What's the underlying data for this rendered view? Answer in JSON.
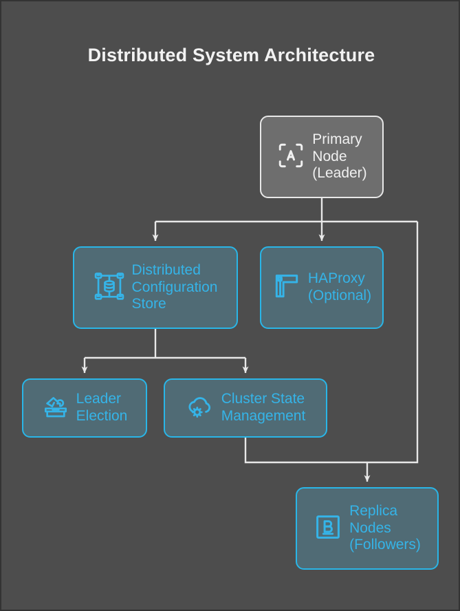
{
  "title": "Distributed System Architecture",
  "theme": {
    "canvas_bg": "#4d4d4d",
    "frame_border": "#333333",
    "title_color": "#f2f2f2",
    "accent_cyan": "#29b6e8",
    "node_fill_cyan": "#506b75",
    "node_fill_primary": "#6e6e6e",
    "node_border_primary": "#e8e8e8",
    "edge_color": "#e8e8e8"
  },
  "nodes": [
    {
      "id": "primary",
      "label": "Primary\nNode\n(Leader)",
      "icon": "scan-letter-a-icon",
      "style": "primary"
    },
    {
      "id": "config",
      "label": "Distributed\nConfiguration\nStore",
      "icon": "distributed-database-icon",
      "style": "cyan"
    },
    {
      "id": "haproxy",
      "label": "HAProxy\n(Optional)",
      "icon": "proxy-flag-icon",
      "style": "cyan"
    },
    {
      "id": "election",
      "label": "Leader\nElection",
      "icon": "ballot-box-vote-icon",
      "style": "cyan"
    },
    {
      "id": "cluster",
      "label": "Cluster State\nManagement",
      "icon": "cloud-cog-icon",
      "style": "cyan"
    },
    {
      "id": "replica",
      "label": "Replica\nNodes\n(Followers)",
      "icon": "boxed-letter-b-icon",
      "style": "cyan"
    }
  ],
  "edges": [
    {
      "from": "primary",
      "to": "config",
      "arrow": true
    },
    {
      "from": "primary",
      "to": "haproxy",
      "arrow": true
    },
    {
      "from": "primary",
      "to": "replica",
      "arrow": true
    },
    {
      "from": "config",
      "to": "election",
      "arrow": true
    },
    {
      "from": "config",
      "to": "cluster",
      "arrow": true
    },
    {
      "from": "cluster",
      "to": "replica",
      "arrow": true
    }
  ]
}
